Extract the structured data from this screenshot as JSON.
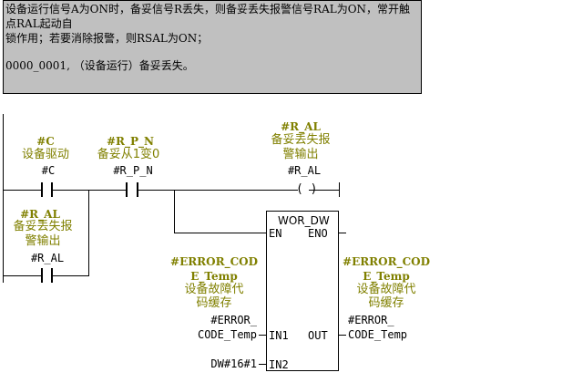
{
  "comment": {
    "line1": "设备运行信号A为ON时，备妥信号R丢失，则备妥丢失报警信号RAL为ON，常开触点RAL起动自",
    "line2": "锁作用；若要消除报警，则RSAL为ON；",
    "line3": "0000_0001, （设备运行）备妥丢失。"
  },
  "contact_c": {
    "symbol": "#C",
    "comment": "设备驱动",
    "operand": "#C"
  },
  "contact_rpn": {
    "symbol": "#R_P_N",
    "comment": "备妥从1变0",
    "operand": "#R_P_N"
  },
  "coil_ral": {
    "symbol": "#R_AL",
    "comment1": "备妥丢失报",
    "comment2": "警输出",
    "operand": "#R_AL"
  },
  "contact_ral": {
    "symbol": "#R_AL",
    "comment1": "备妥丢失报",
    "comment2": "警输出",
    "operand": "#R_AL"
  },
  "block": {
    "title": "WOR_DW",
    "en": "EN",
    "eno": "ENO",
    "in1": "IN1",
    "in2": "IN2",
    "out": "OUT",
    "in1_param": {
      "symbol1": "#ERROR_COD",
      "symbol2": "E_Temp",
      "comment1": "设备故障代",
      "comment2": "码缓存",
      "operand1": "#ERROR_",
      "operand2": "CODE_Temp"
    },
    "out_param": {
      "symbol1": "#ERROR_COD",
      "symbol2": "E_Temp",
      "comment1": "设备故障代",
      "comment2": "码缓存",
      "operand1": "#ERROR_",
      "operand2": "CODE_Temp"
    },
    "in2_value": "DW#16#1"
  }
}
